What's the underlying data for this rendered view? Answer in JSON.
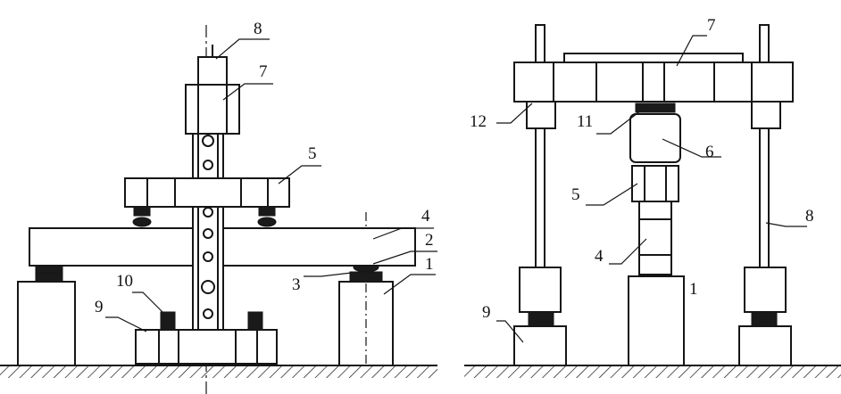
{
  "left_figure": {
    "labels": [
      "1",
      "2",
      "3",
      "4",
      "5",
      "7",
      "8",
      "9",
      "10"
    ]
  },
  "right_figure": {
    "labels": [
      "1",
      "4",
      "5",
      "6",
      "7",
      "8",
      "9",
      "11",
      "12"
    ]
  },
  "colors": {
    "ink": "#151515",
    "paper": "#ffffff"
  }
}
